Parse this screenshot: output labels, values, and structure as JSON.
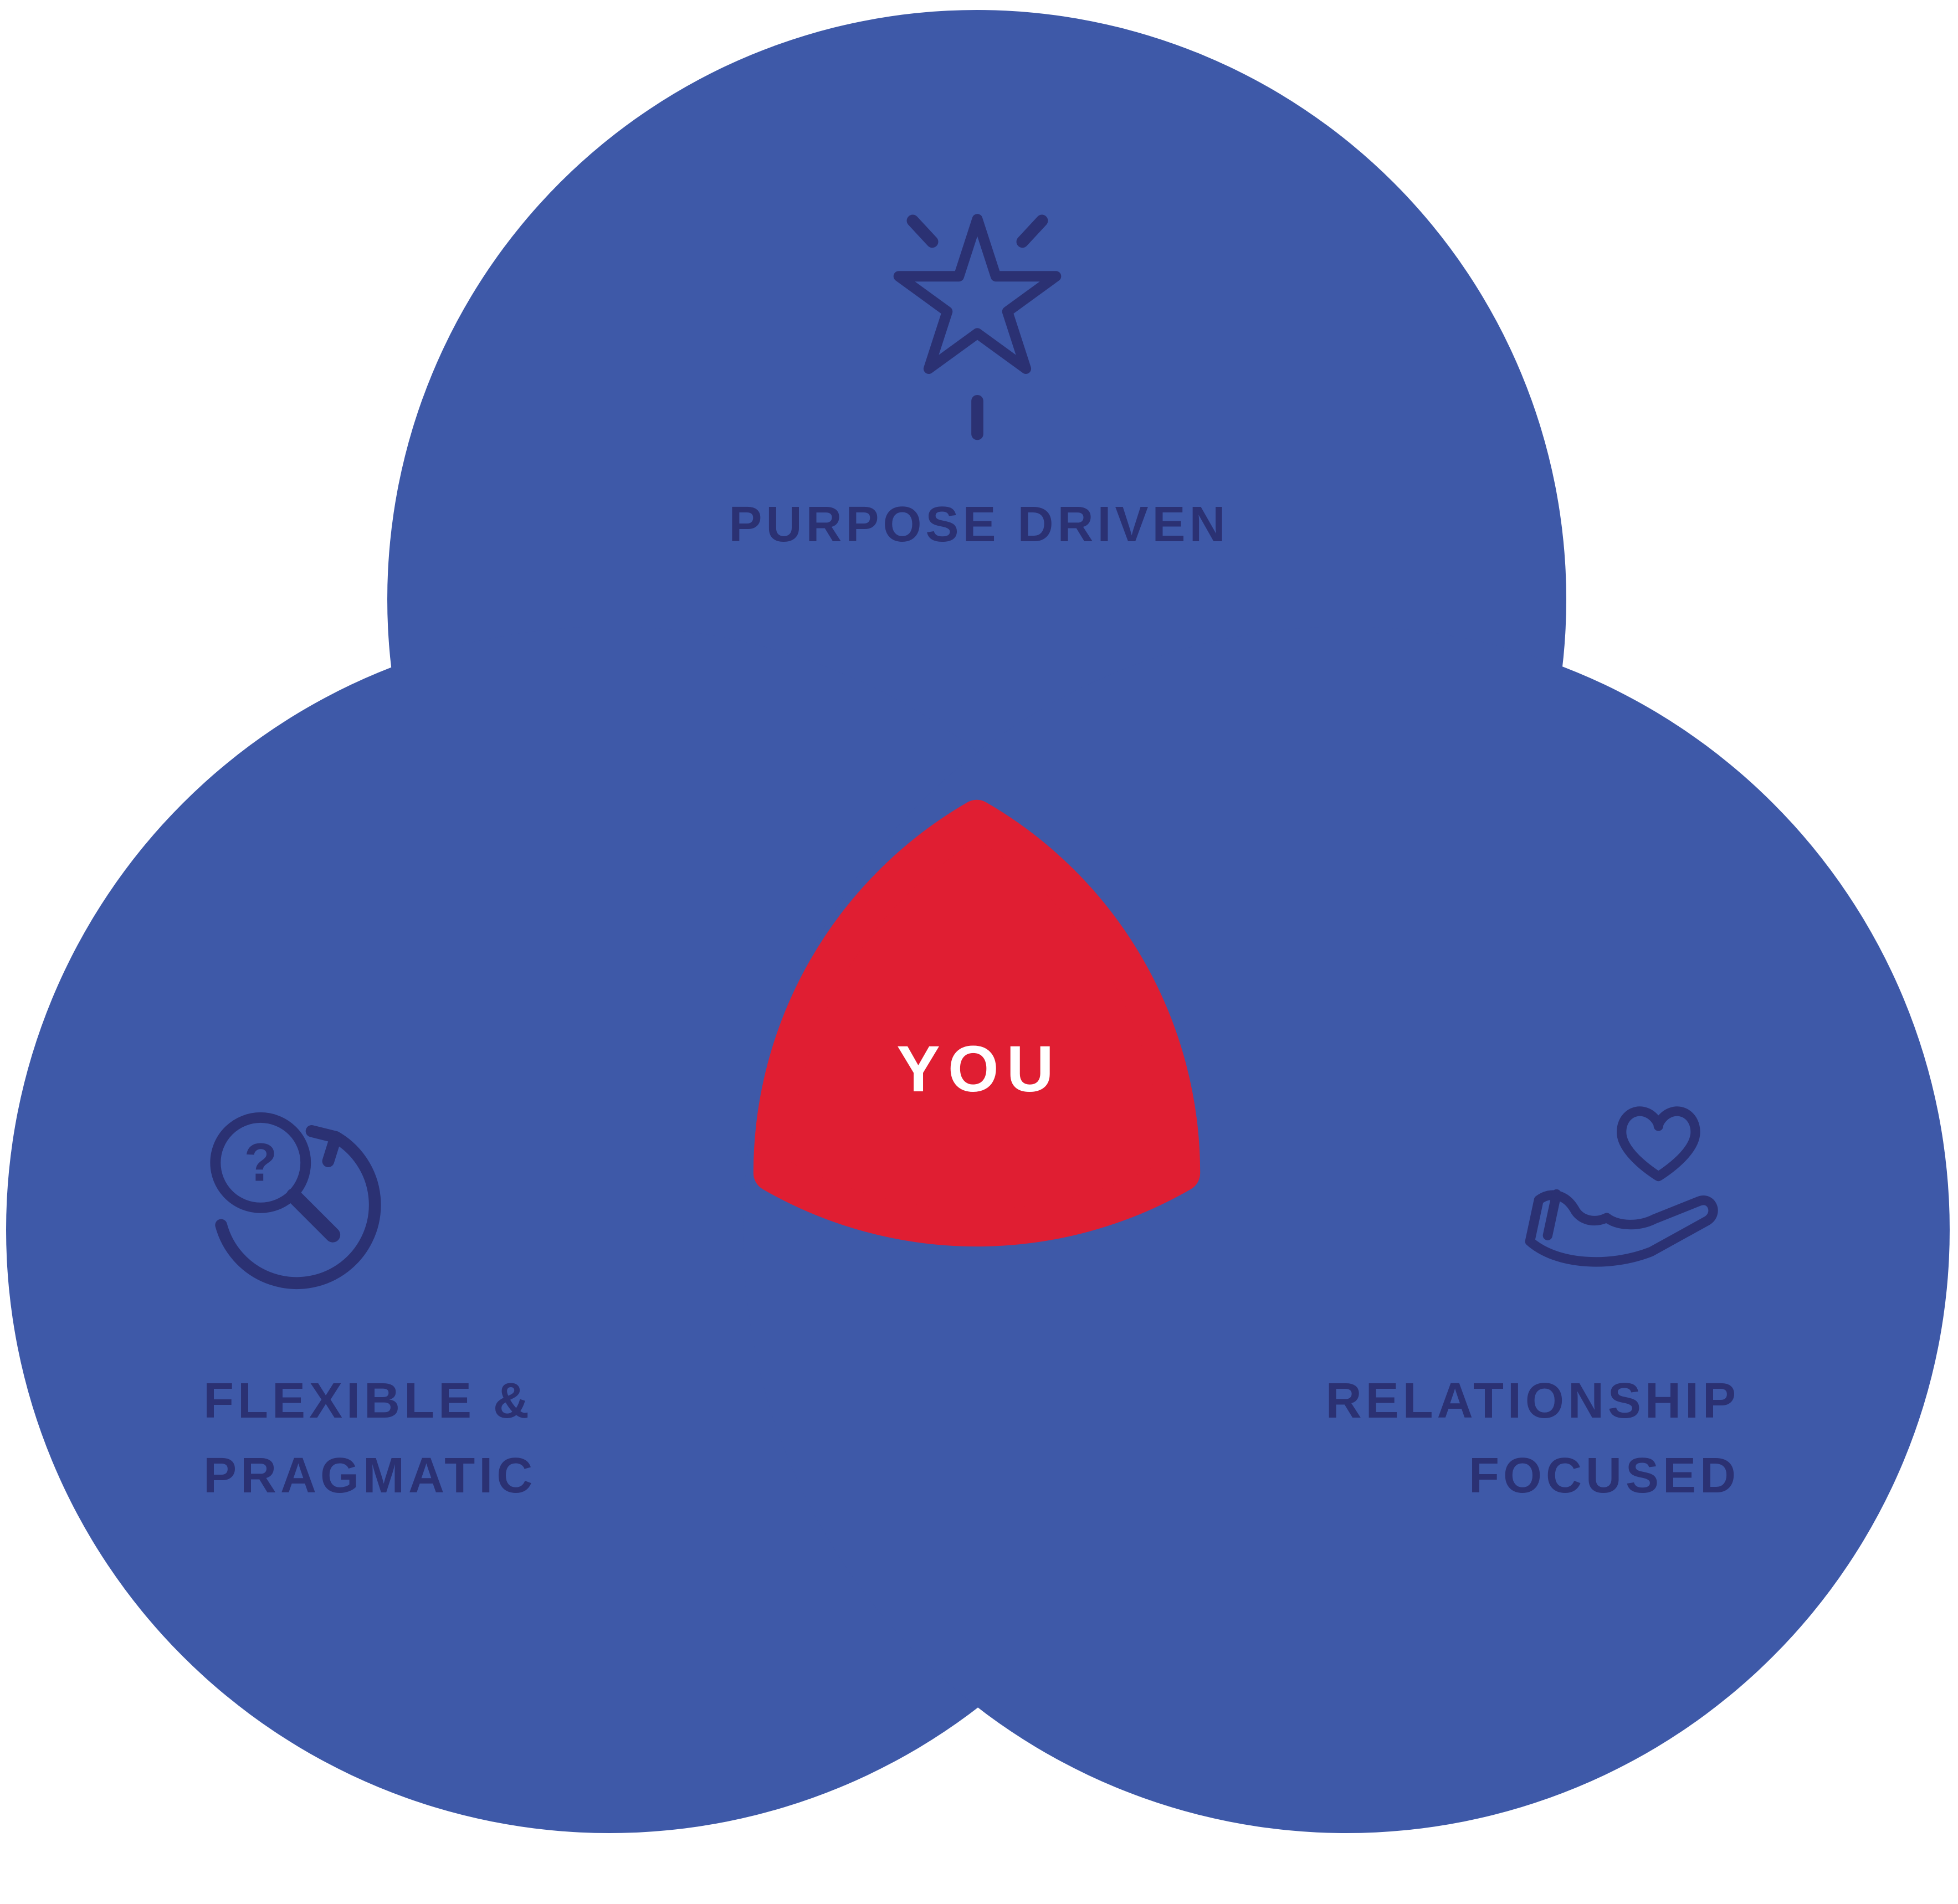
{
  "diagram": {
    "type": "venn-trefoil",
    "center": {
      "label": "YOU"
    },
    "circles": [
      {
        "id": "top",
        "label": "PURPOSE DRIVEN",
        "icon": "star-burst-icon"
      },
      {
        "id": "bottom-left",
        "label_line1": "FLEXIBLE &",
        "label_line2": "PRAGMATIC",
        "icon": "magnifier-question-refresh-icon"
      },
      {
        "id": "bottom-right",
        "label_line1": "RELATIONSHIP",
        "label_line2": "FOCUSED",
        "icon": "hand-holding-heart-icon"
      }
    ],
    "labels": {
      "top": "PURPOSE DRIVEN",
      "bottom_left_line1": "FLEXIBLE &",
      "bottom_left_line2": "PRAGMATIC",
      "bottom_right_line1": "RELATIONSHIP",
      "bottom_right_line2": "FOCUSED"
    },
    "colors": {
      "circle_blue": "#3e59a8",
      "text_navy": "#2b3173",
      "center_red": "#e01e32",
      "center_text_color": "#ffffff",
      "background": "#ffffff"
    }
  }
}
